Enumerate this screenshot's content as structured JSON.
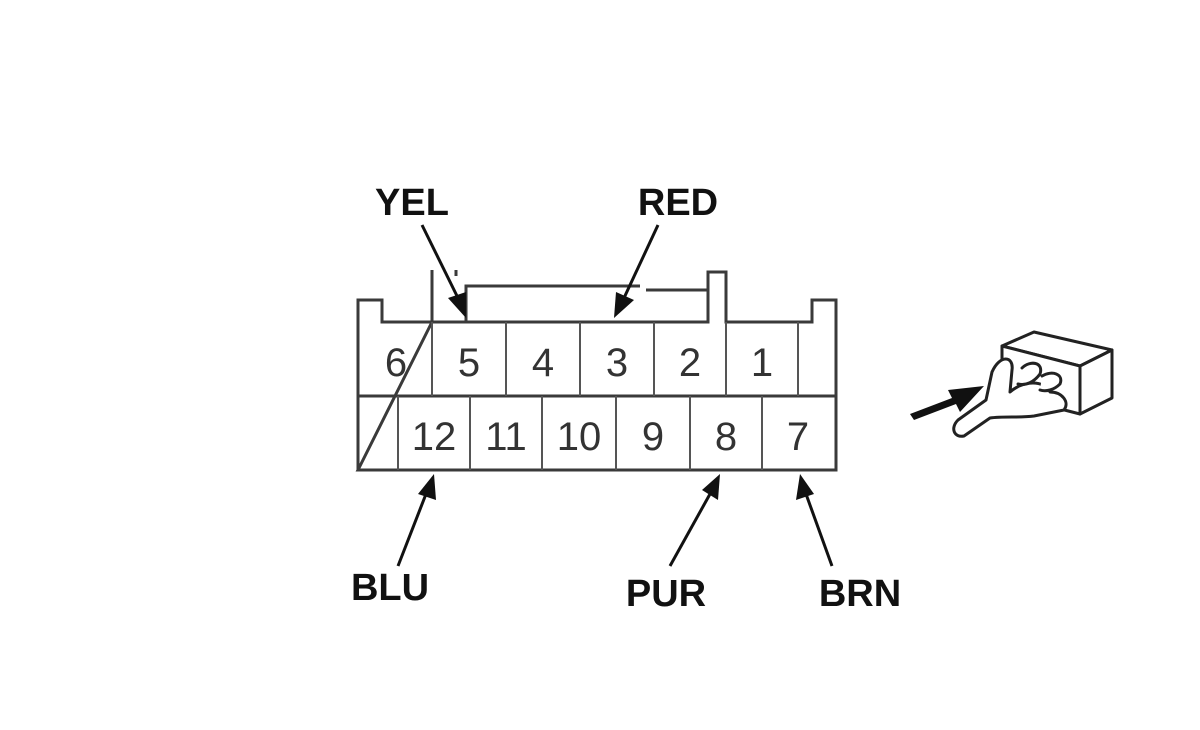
{
  "wire_labels": {
    "yel": "YEL",
    "red": "RED",
    "blu": "BLU",
    "pur": "PUR",
    "brn": "BRN"
  },
  "pins_top": [
    "6",
    "5",
    "4",
    "3",
    "2",
    "1"
  ],
  "pins_bottom": [
    "12",
    "11",
    "10",
    "9",
    "8",
    "7"
  ],
  "icons": {
    "view_direction": "hand-pointing-connector-icon"
  },
  "colors": {
    "ink": "#111111",
    "outline": "#3a3a3a",
    "background": "#ffffff"
  }
}
